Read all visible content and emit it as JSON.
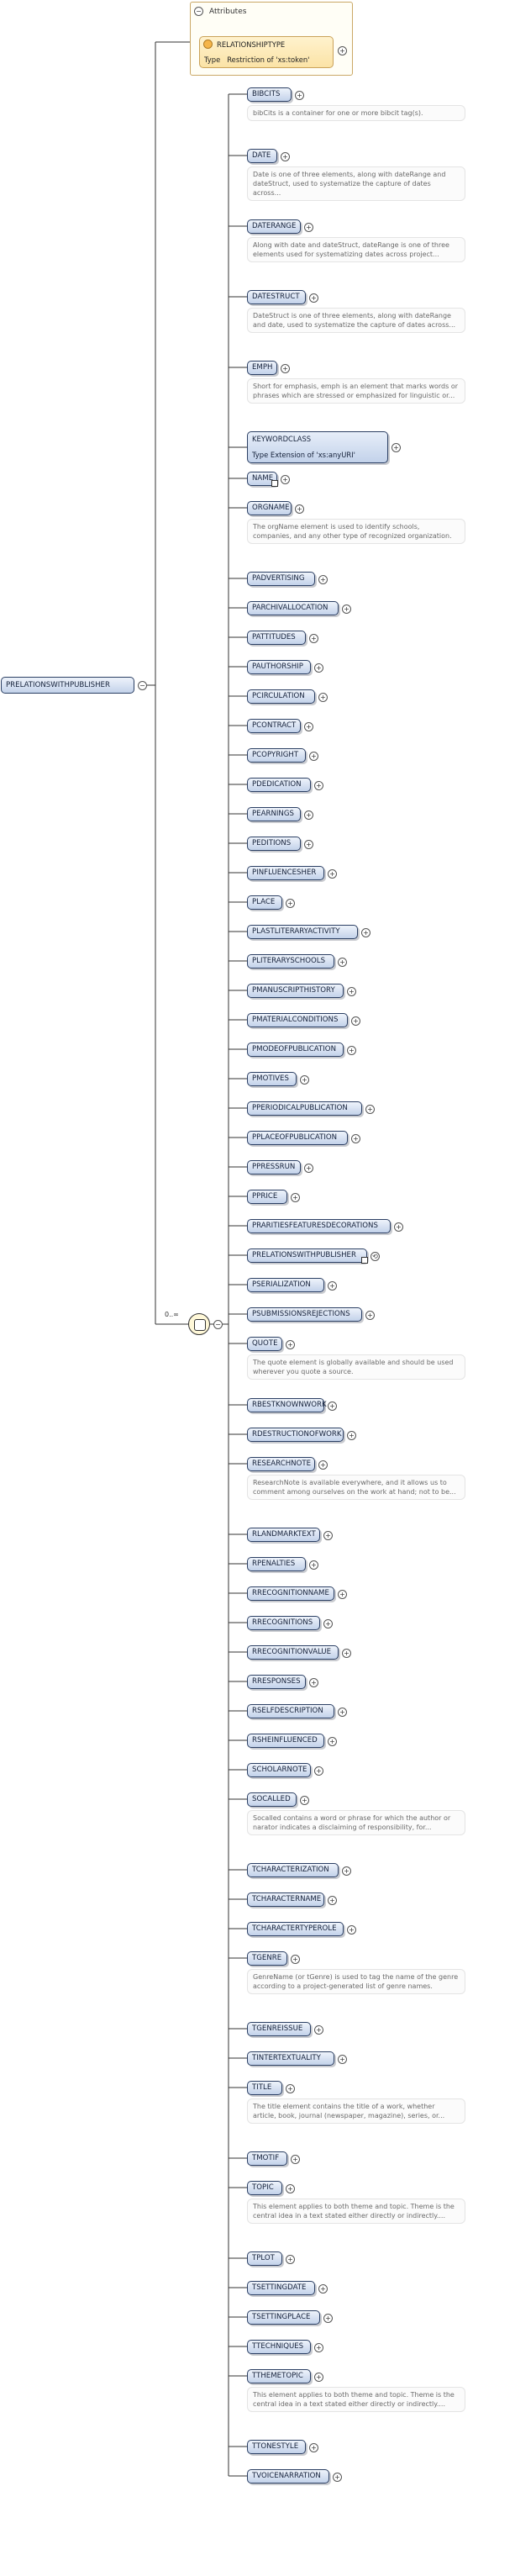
{
  "root": {
    "label": "PRELATIONSWITHPUBLISHER"
  },
  "attributes": {
    "title": "Attributes",
    "relationship_type": {
      "name": "RELATIONSHIPTYPE",
      "type_label": "Type",
      "type_value": "Restriction of 'xs:token'"
    }
  },
  "sequence": {
    "multiplicity": "0..∞"
  },
  "keywordclass": {
    "name": "KEYWORDCLASS",
    "type_label": "Type",
    "type_value": "Extension of 'xs:anyURI'"
  },
  "elements": [
    {
      "label": "BIBCITS",
      "ann": "bibCits is a container for one or more bibcit tag(s)."
    },
    {
      "label": "DATE",
      "ann": "Date is one of three elements, along with dateRange and dateStruct, used to systematize the capture of dates across..."
    },
    {
      "label": "DATERANGE",
      "ann": "Along with date and dateStruct, dateRange is one of three elements used for systematizing dates across project..."
    },
    {
      "label": "DATESTRUCT",
      "ann": "DateStruct is one of three elements, along with dateRange and date, used to systematize the capture of dates across..."
    },
    {
      "label": "EMPH",
      "ann": "Short for emphasis, emph is an element that marks words or phrases which are stressed or emphasized for linguistic or..."
    },
    {
      "label": "KEYWORDCLASS",
      "kw": true
    },
    {
      "label": "NAME",
      "ref": true
    },
    {
      "label": "ORGNAME",
      "ann": "The orgName element is used to identify schools, companies, and any other type of recognized organization."
    },
    {
      "label": "PADVERTISING"
    },
    {
      "label": "PARCHIVALLOCATION"
    },
    {
      "label": "PATTITUDES"
    },
    {
      "label": "PAUTHORSHIP"
    },
    {
      "label": "PCIRCULATION"
    },
    {
      "label": "PCONTRACT"
    },
    {
      "label": "PCOPYRIGHT"
    },
    {
      "label": "PDEDICATION"
    },
    {
      "label": "PEARNINGS"
    },
    {
      "label": "PEDITIONS"
    },
    {
      "label": "PINFLUENCESHER"
    },
    {
      "label": "PLACE"
    },
    {
      "label": "PLASTLITERARYACTIVITY"
    },
    {
      "label": "PLITERARYSCHOOLS"
    },
    {
      "label": "PMANUSCRIPTHISTORY"
    },
    {
      "label": "PMATERIALCONDITIONS"
    },
    {
      "label": "PMODEOFPUBLICATION"
    },
    {
      "label": "PMOTIVES"
    },
    {
      "label": "PPERIODICALPUBLICATION"
    },
    {
      "label": "PPLACEOFPUBLICATION"
    },
    {
      "label": "PPRESSRUN"
    },
    {
      "label": "PPRICE"
    },
    {
      "label": "PRARITIESFEATURESDECORATIONS"
    },
    {
      "label": "PRELATIONSWITHPUBLISHER",
      "recursive": true
    },
    {
      "label": "PSERIALIZATION"
    },
    {
      "label": "PSUBMISSIONSREJECTIONS"
    },
    {
      "label": "QUOTE",
      "ann": "The quote element is globally available and should be used wherever you quote a source."
    },
    {
      "label": "RBESTKNOWNWORK"
    },
    {
      "label": "RDESTRUCTIONOFWORK"
    },
    {
      "label": "RESEARCHNOTE",
      "ann": "ResearchNote is available everywhere, and it allows us to comment among ourselves on the work at hand; not to be..."
    },
    {
      "label": "RLANDMARKTEXT"
    },
    {
      "label": "RPENALTIES"
    },
    {
      "label": "RRECOGNITIONNAME"
    },
    {
      "label": "RRECOGNITIONS"
    },
    {
      "label": "RRECOGNITIONVALUE"
    },
    {
      "label": "RRESPONSES"
    },
    {
      "label": "RSELFDESCRIPTION"
    },
    {
      "label": "RSHEINFLUENCED"
    },
    {
      "label": "SCHOLARNOTE"
    },
    {
      "label": "SOCALLED",
      "ann": "Socalled contains a word or phrase for which the author or narator indicates a disclaiming of responsibility, for..."
    },
    {
      "label": "TCHARACTERIZATION"
    },
    {
      "label": "TCHARACTERNAME"
    },
    {
      "label": "TCHARACTERTYPEROLE"
    },
    {
      "label": "TGENRE",
      "ann": "GenreName (or tGenre) is used to tag the name of the genre according to a project-generated list of genre names."
    },
    {
      "label": "TGENREISSUE"
    },
    {
      "label": "TINTERTEXTUALITY"
    },
    {
      "label": "TITLE",
      "ann": "The title element contains the title of a work, whether article, book, journal (newspaper, magazine), series, or..."
    },
    {
      "label": "TMOTIF"
    },
    {
      "label": "TOPIC",
      "ann": "This element applies to both theme and topic. Theme is the central idea in a text stated either directly or indirectly...."
    },
    {
      "label": "TPLOT"
    },
    {
      "label": "TSETTINGDATE"
    },
    {
      "label": "TSETTINGPLACE"
    },
    {
      "label": "TTECHNIQUES"
    },
    {
      "label": "TTHEMETOPIC",
      "ann": "This element applies to both theme and topic. Theme is the central idea in a text stated either directly or indirectly...."
    },
    {
      "label": "TTONESTYLE"
    },
    {
      "label": "TVOICENARRATION"
    }
  ]
}
